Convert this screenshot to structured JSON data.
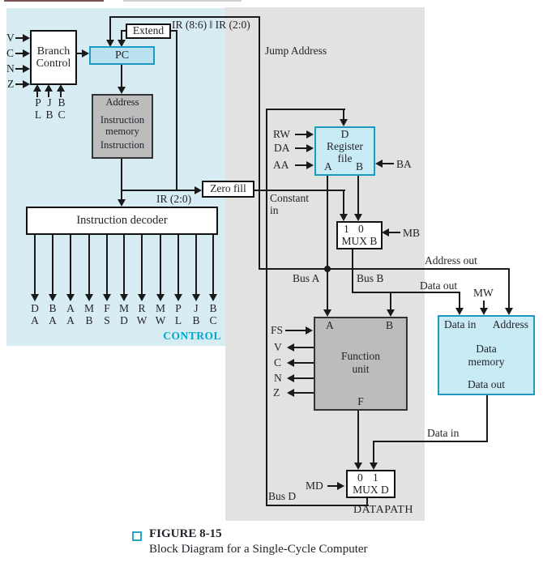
{
  "colors": {
    "control_bg": "#d8ecf3",
    "datapath_bg": "#e2e2e0",
    "accent_cyan_border": "#1d9ac2",
    "cyan_fill": "#c9ebf6",
    "pc_fill": "#b9e1ef",
    "gray_box_fill": "#bcbcbc",
    "control_label_color": "#00a7d1",
    "wire_color": "#1a1a1a"
  },
  "regions": {
    "control": "CONTROL",
    "datapath": "DATAPATH"
  },
  "boxes": {
    "branch_control": {
      "line1": "Branch",
      "line2": "Control"
    },
    "pc": "PC",
    "extend": "Extend",
    "instruction_memory": {
      "l1": "Address",
      "l2": "Instruction",
      "l3": "memory",
      "l4": "Instruction"
    },
    "zero_fill": "Zero fill",
    "instruction_decoder": "Instruction decoder",
    "register_file": {
      "d": "D",
      "l1": "Register",
      "l2": "file",
      "a": "A",
      "b": "B"
    },
    "mux_b": {
      "i1": "1",
      "i0": "0",
      "name": "MUX B"
    },
    "function_unit": {
      "a": "A",
      "b": "B",
      "l1": "Function",
      "l2": "unit",
      "f": "F"
    },
    "data_memory": {
      "in": "Data in",
      "addr": "Address",
      "l1": "Data",
      "l2": "memory",
      "out": "Data out"
    },
    "mux_d": {
      "i0": "0",
      "i1": "1",
      "name": "MUX D"
    }
  },
  "signals": {
    "v": "V",
    "c": "C",
    "n": "N",
    "z": "Z",
    "pjb": {
      "c1t": "P",
      "c1b": "L",
      "c2t": "J",
      "c2b": "B",
      "c3t": "B",
      "c3b": "C"
    },
    "ir_concat": "IR (8:6) ‖ IR (2:0)",
    "jump_address": "Jump Address",
    "ir20": "IR (2:0)",
    "constant1": "Constant",
    "constant2": "in",
    "rw": "RW",
    "da": "DA",
    "aa": "AA",
    "ba": "BA",
    "mb": "MB",
    "md": "MD",
    "mw": "MW",
    "fs": "FS",
    "fu_v": "V",
    "fu_c": "C",
    "fu_n": "N",
    "fu_z": "Z",
    "bus_a": "Bus A",
    "bus_b": "Bus B",
    "bus_d": "Bus D",
    "address_out": "Address out",
    "data_out": "Data out",
    "data_in": "Data in"
  },
  "decoder_outputs": [
    {
      "t": "D",
      "b": "A"
    },
    {
      "t": "B",
      "b": "A"
    },
    {
      "t": "A",
      "b": "A"
    },
    {
      "t": "M",
      "b": "B"
    },
    {
      "t": "F",
      "b": "S"
    },
    {
      "t": "M",
      "b": "D"
    },
    {
      "t": "R",
      "b": "W"
    },
    {
      "t": "M",
      "b": "W"
    },
    {
      "t": "P",
      "b": "L"
    },
    {
      "t": "J",
      "b": "B"
    },
    {
      "t": "B",
      "b": "C"
    }
  ],
  "caption": {
    "figure": "FIGURE 8-15",
    "title": "Block Diagram for a Single-Cycle Computer"
  }
}
